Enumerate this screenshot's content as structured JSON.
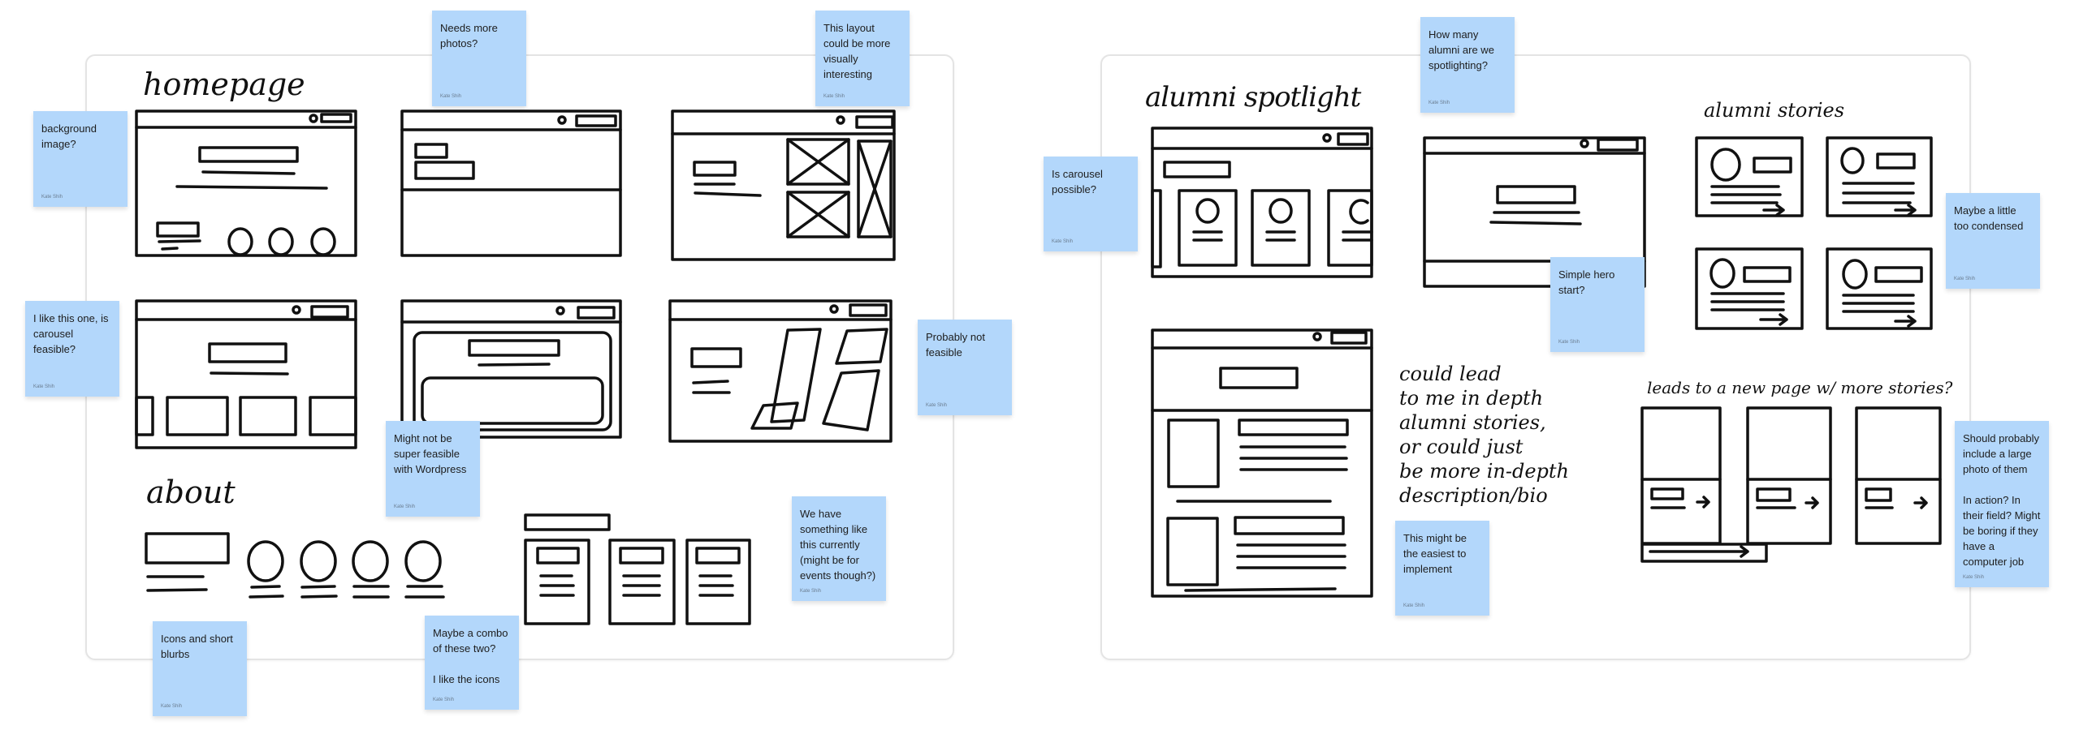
{
  "boards": {
    "homepage": {
      "title": "homepage",
      "about_title": "about"
    },
    "alumni": {
      "title": "alumni spotlight",
      "stories_title": "alumni stories",
      "note_text": "could lead\nto me in depth\nalumni stories,\nor could just\nbe more in-depth\ndescription/bio",
      "leads_text": "leads to a new page w/ more stories?"
    }
  },
  "sticky_color": "#b3d7fb",
  "stickies": [
    {
      "text": "Needs more photos?",
      "author": "Kate Shih"
    },
    {
      "text": "This layout could be more visually interesting",
      "author": "Kate Shih"
    },
    {
      "text": "background image?",
      "author": "Kate Shih"
    },
    {
      "text": "I like this one, is carousel feasible?",
      "author": "Kate Shih"
    },
    {
      "text": "Probably not feasible",
      "author": "Kate Shih"
    },
    {
      "text": "Might not be super feasible with Wordpress",
      "author": "Kate Shih"
    },
    {
      "text": "We have something like this currently (might be for events though?)",
      "author": "Kate Shih"
    },
    {
      "text": "Icons and short blurbs",
      "author": "Kate Shih"
    },
    {
      "text": "Maybe a combo of these two?\n\nI like the icons",
      "author": "Kate Shih"
    },
    {
      "text": "How many alumni are we spotlighting?",
      "author": "Kate Shih"
    },
    {
      "text": "Is carousel possible?",
      "author": "Kate Shih"
    },
    {
      "text": "Simple hero start?",
      "author": "Kate Shih"
    },
    {
      "text": "Maybe a little too condensed",
      "author": "Kate Shih"
    },
    {
      "text": "This might be the easiest to implement",
      "author": "Kate Shih"
    },
    {
      "text": "Should probably include a large photo of them\n\nIn action? In their field? Might be boring if they have a computer job",
      "author": "Kate Shih"
    }
  ]
}
